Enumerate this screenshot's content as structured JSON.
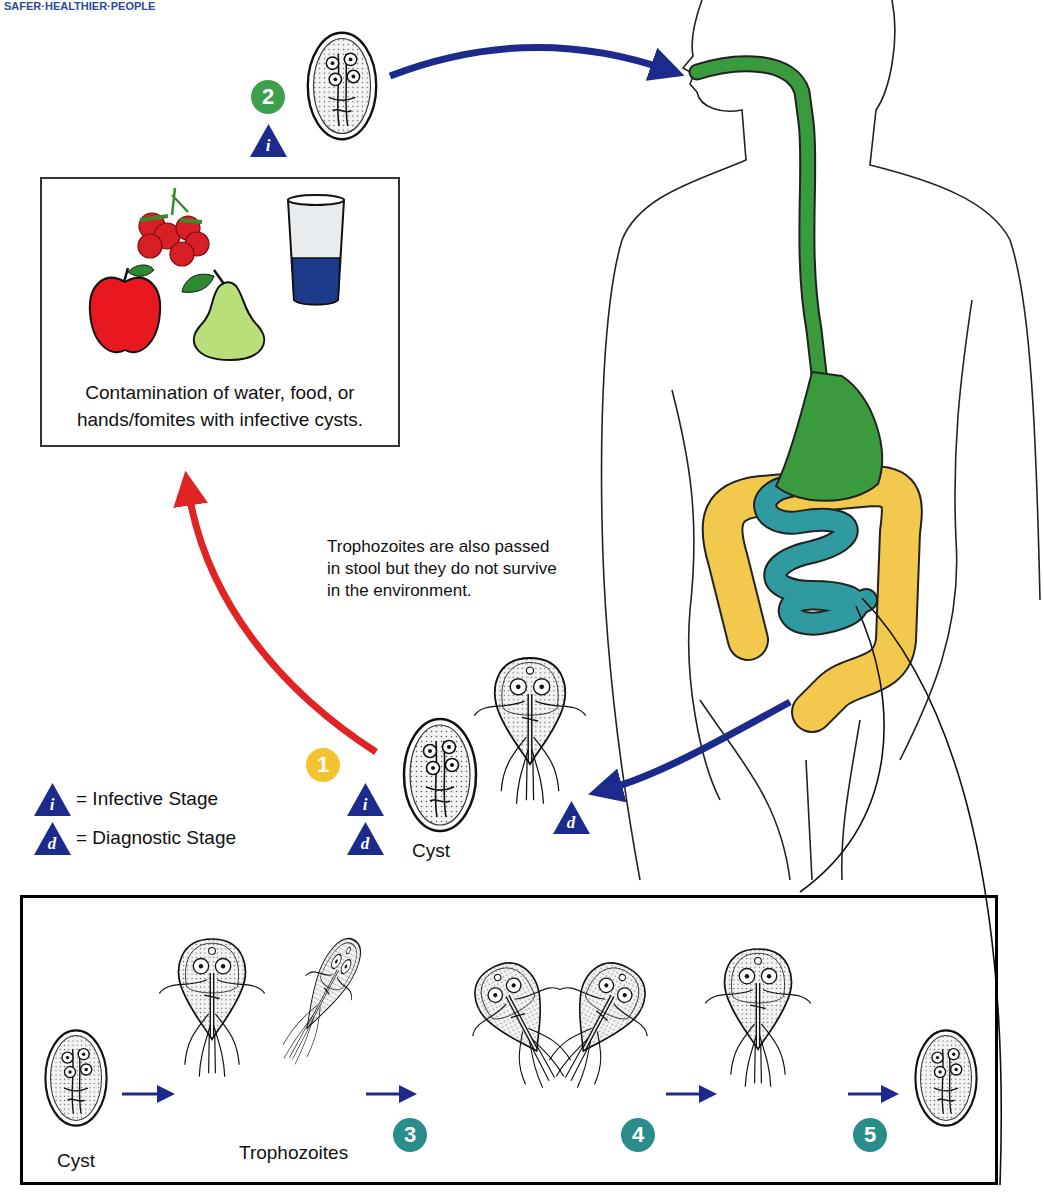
{
  "diagram": {
    "nodes": [
      {
        "text": [
          "Contamination of water, food, or hands/fomites with infective cysts."
        ]
      },
      {
        "text": [
          "Cyst",
          "Trophozoites"
        ]
      }
    ],
    "labels": [
      "SAFER·HEALTHIER·PEOPLE",
      "2",
      "i",
      "Trophozoites are also passed in stool but they do not survive in the environment.",
      "1",
      "i",
      "d",
      "Cyst",
      "d",
      "i",
      "d",
      "3",
      "4",
      "5"
    ],
    "legend": [
      {
        "text": "= Infective Stage"
      },
      {
        "text": "= Diagnostic Stage"
      }
    ]
  }
}
